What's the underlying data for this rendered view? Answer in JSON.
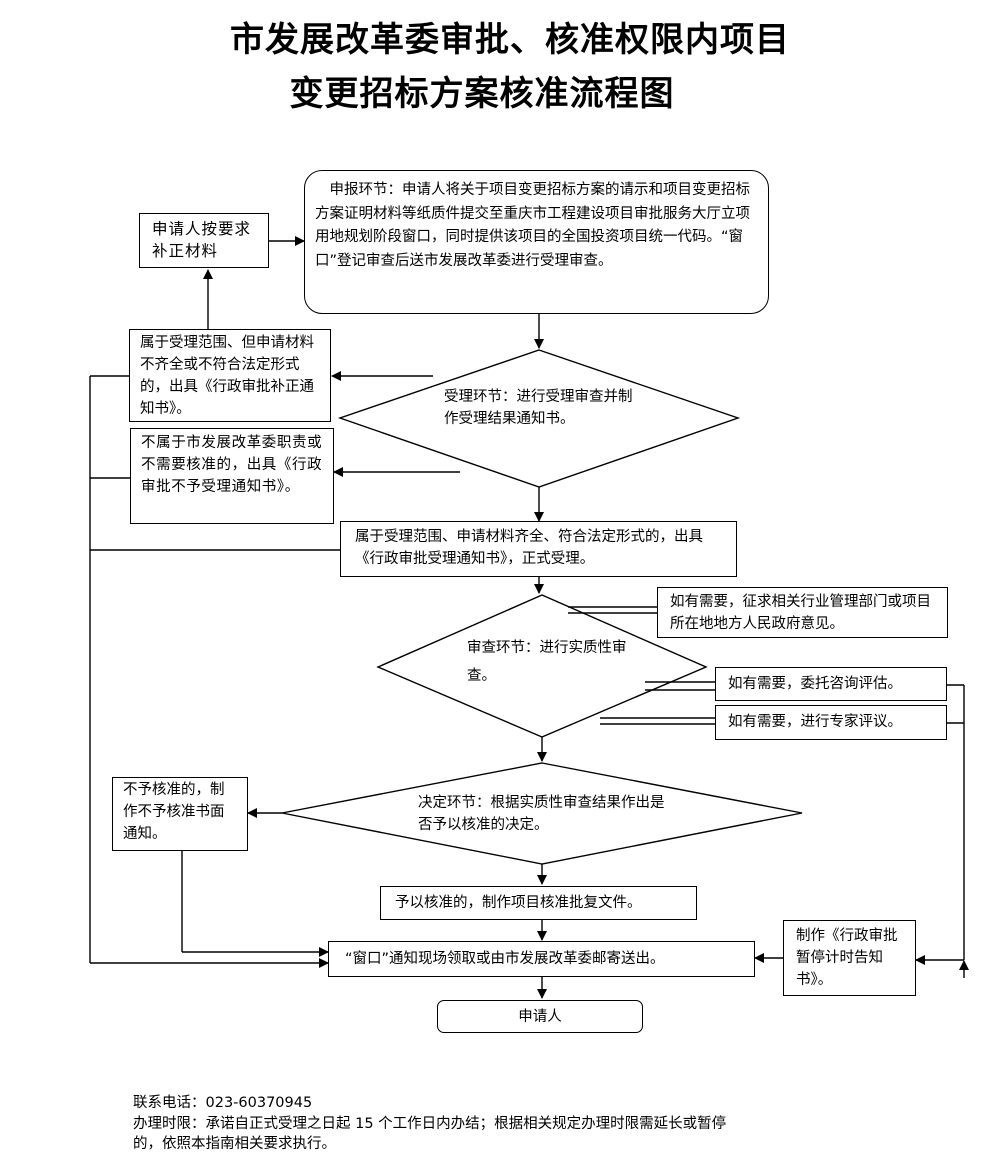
{
  "title": {
    "line1": "市发展改革委审批、核准权限内项目",
    "line2": "变更招标方案核准流程图"
  },
  "nodes": {
    "submit": "申报环节：申请人将关于项目变更招标方案的请示和项目变更招标方案证明材料等纸质件提交至重庆市工程建设项目审批服务大厅立项用地规划阶段窗口，同时提供该项目的全国投资项目统一代码。“窗口”登记审查后送市发展改革委进行受理审查。",
    "resubmit": "申请人按要求补正材料",
    "accept_decision": "受理环节：进行受理审查并制作受理结果通知书。",
    "incomplete": "属于受理范围、但申请材料不齐全或不符合法定形式的，出具《行政审批补正通知书》。",
    "not_accepted": "不属于市发展改革委职责或不需要核准的，出具《行政审批不予受理通知书》。",
    "accepted": "属于受理范围、申请材料齐全、符合法定形式的，出具《行政审批受理通知书》，正式受理。",
    "review_decision": "审查环节：进行实质性审查。",
    "consult_departments": "如有需要，征求相关行业管理部门或项目所在地地方人民政府意见。",
    "consult_evaluation": "如有需要，委托咨询评估。",
    "expert_review": "如有需要，进行专家评议。",
    "final_decision": "决定环节：根据实质性审查结果作出是否予以核准的决定。",
    "rejected": "不予核准的，制作不予核准书面通知。",
    "approved": "予以核准的，制作项目核准批复文件。",
    "suspension_notice": "制作《行政审批暂停计时告知书》。",
    "delivery": "“窗口”通知现场领取或由市发展改革委邮寄送出。",
    "applicant": "申请人"
  },
  "footer": {
    "phone": "联系电话：023-60370945",
    "time_limit_1": "办理时限：承诺自正式受理之日起 15 个工作日内办结；根据相关规定办理时限需延长或暂停",
    "time_limit_2": "的，依照本指南相关要求执行。"
  }
}
